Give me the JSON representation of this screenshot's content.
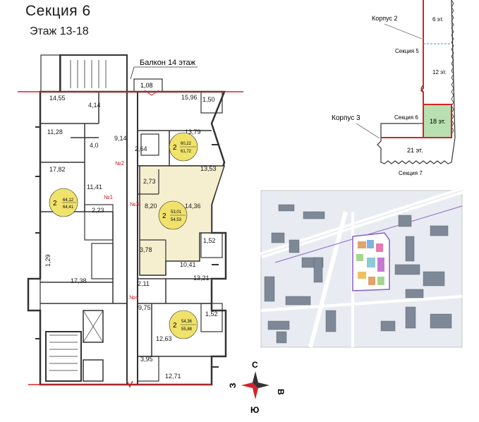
{
  "header": {
    "section_title": "Секция 6",
    "floor_range": "Этаж 13-18"
  },
  "plan": {
    "balcony_label": "Балкон 14 этаж",
    "balcony_area": "1,08",
    "rooms": [
      "14,55",
      "4,14",
      "15,96",
      "1,50",
      "11,28",
      "9,14",
      "13,79",
      "4,0",
      "2,64",
      "17,82",
      "13,53",
      "11,41",
      "2,73",
      "8,20",
      "14,36",
      "2,23",
      "3,78",
      "1,52",
      "1,29",
      "10,41",
      "17,38",
      "13,21",
      "2,11",
      "9,75",
      "1,52",
      "12,63",
      "3,95",
      "12,71"
    ],
    "apartment_tags": [
      {
        "num": "№1",
        "rooms": "2",
        "area_total": "64,12",
        "area_alt": "64,41"
      },
      {
        "num": "№2",
        "rooms": "2",
        "area_total": "60,22",
        "area_alt": "61,72"
      },
      {
        "num": "№3",
        "rooms": "2",
        "area_total": "53,01",
        "area_alt": "54,53"
      },
      {
        "num": "№4",
        "rooms": "2",
        "area_total": "54,36",
        "area_alt": "55,88"
      }
    ]
  },
  "building_scheme": {
    "korpus2": "Корпус 2",
    "korpus3": "Корпус 3",
    "section5": "Секция 5",
    "section6": "Секция 6",
    "section7": "Секция 7",
    "floors_6": "6 эт.",
    "floors_12": "12 эт.",
    "floors_18": "18 эт.",
    "floors_21": "21 эт."
  },
  "compass": {
    "north": "С",
    "south": "Ю",
    "east": "В",
    "west": "З"
  },
  "colors": {
    "highlight_apartment": "#f6efcf",
    "tag_fill": "#f0e26a",
    "red_line": "#d2232a",
    "section_fill": "#b8e0b0",
    "map_purple": "#8a5cc8"
  }
}
